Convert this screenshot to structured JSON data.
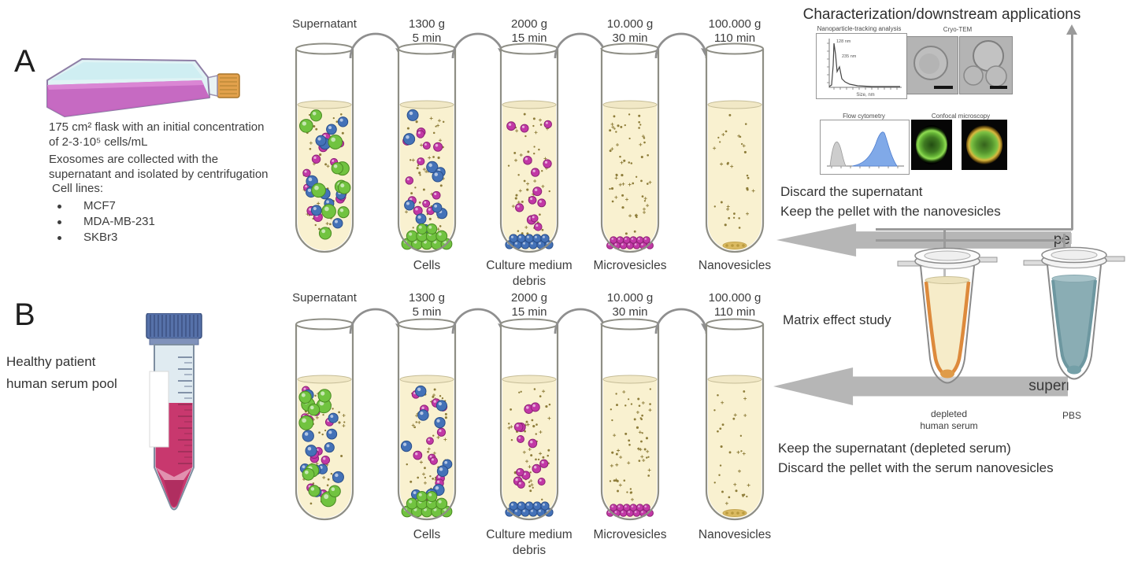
{
  "panel_a": {
    "letter": "A",
    "flask_caption": [
      "175 cm² flask with an initial concentration",
      "of 2-3·10⁵ cells/mL"
    ],
    "collection_note": [
      "Exosomes are collected with the",
      "supernatant and isolated by centrifugation"
    ],
    "cell_lines_title": "Cell lines:",
    "cell_lines": [
      "MCF7",
      "MDA-MB-231",
      "SKBr3"
    ]
  },
  "panel_b": {
    "letter": "B",
    "caption": [
      "Healthy patient",
      "human serum pool"
    ]
  },
  "centrifugation": {
    "steps": [
      {
        "label": [
          "Supernatant"
        ]
      },
      {
        "label": [
          "1300 g",
          "5 min"
        ]
      },
      {
        "label": [
          "2000 g",
          "15 min"
        ]
      },
      {
        "label": [
          "10.000 g",
          "30 min"
        ]
      },
      {
        "label": [
          "100.000 g",
          "110 min"
        ]
      }
    ],
    "tubes": [
      {
        "particles": {
          "green": 11,
          "blue": 12,
          "magenta": 12,
          "dots": 55
        },
        "pellet": null,
        "label": []
      },
      {
        "particles": {
          "blue": 10,
          "magenta": 12,
          "dots": 50
        },
        "pellet": "green",
        "label": [
          "Cells"
        ]
      },
      {
        "particles": {
          "magenta": 13,
          "dots": 55
        },
        "pellet": "blue",
        "label": [
          "Culture medium",
          "debris"
        ]
      },
      {
        "particles": {
          "dots": 60
        },
        "pellet": "magenta",
        "label": [
          "Microvesicles"
        ]
      },
      {
        "particles": {
          "dots": 32
        },
        "pellet": "tan",
        "label": [
          "Nanovesicles"
        ]
      }
    ]
  },
  "characterization": {
    "title": "Characterization/downstream applications",
    "nta_title": "Nanoparticle-tracking analysis",
    "nta_peaks": [
      "128 nm",
      "235 nm"
    ],
    "nta_xlabel": "Size, nm",
    "cryotem_title": "Cryo-TEM",
    "flow_title": "Flow cytometry",
    "confocal_title": "Confocal microscopy"
  },
  "pellet_branch": {
    "instruction": [
      "Discard the supernatant",
      "Keep the pellet with the nanovesicles"
    ],
    "arrow_label": "pellet"
  },
  "matrix": {
    "title": "Matrix effect study",
    "supernatant_label": "supernatant",
    "serum_tube_label": [
      "depleted",
      "human serum"
    ],
    "pbs_tube_label": "PBS",
    "instruction": [
      "Keep the supernatant (depleted serum)",
      "Discard the pellet with the serum nanovesicles"
    ]
  },
  "colors": {
    "particle_green": "#71c340",
    "particle_blue": "#4472b8",
    "particle_magenta": "#c238a6",
    "particle_dot": "#8e7d3a",
    "liquid_cream": "#f9f1d0",
    "pellet_tan": "#d9b85c",
    "label_arrow_gray": "#b6b6b6",
    "serum_orange": "#dd8a3c",
    "pbs_teal": "#8aadb4",
    "media_purple": "#c45fbd",
    "serum_pink": "#c8386e"
  }
}
